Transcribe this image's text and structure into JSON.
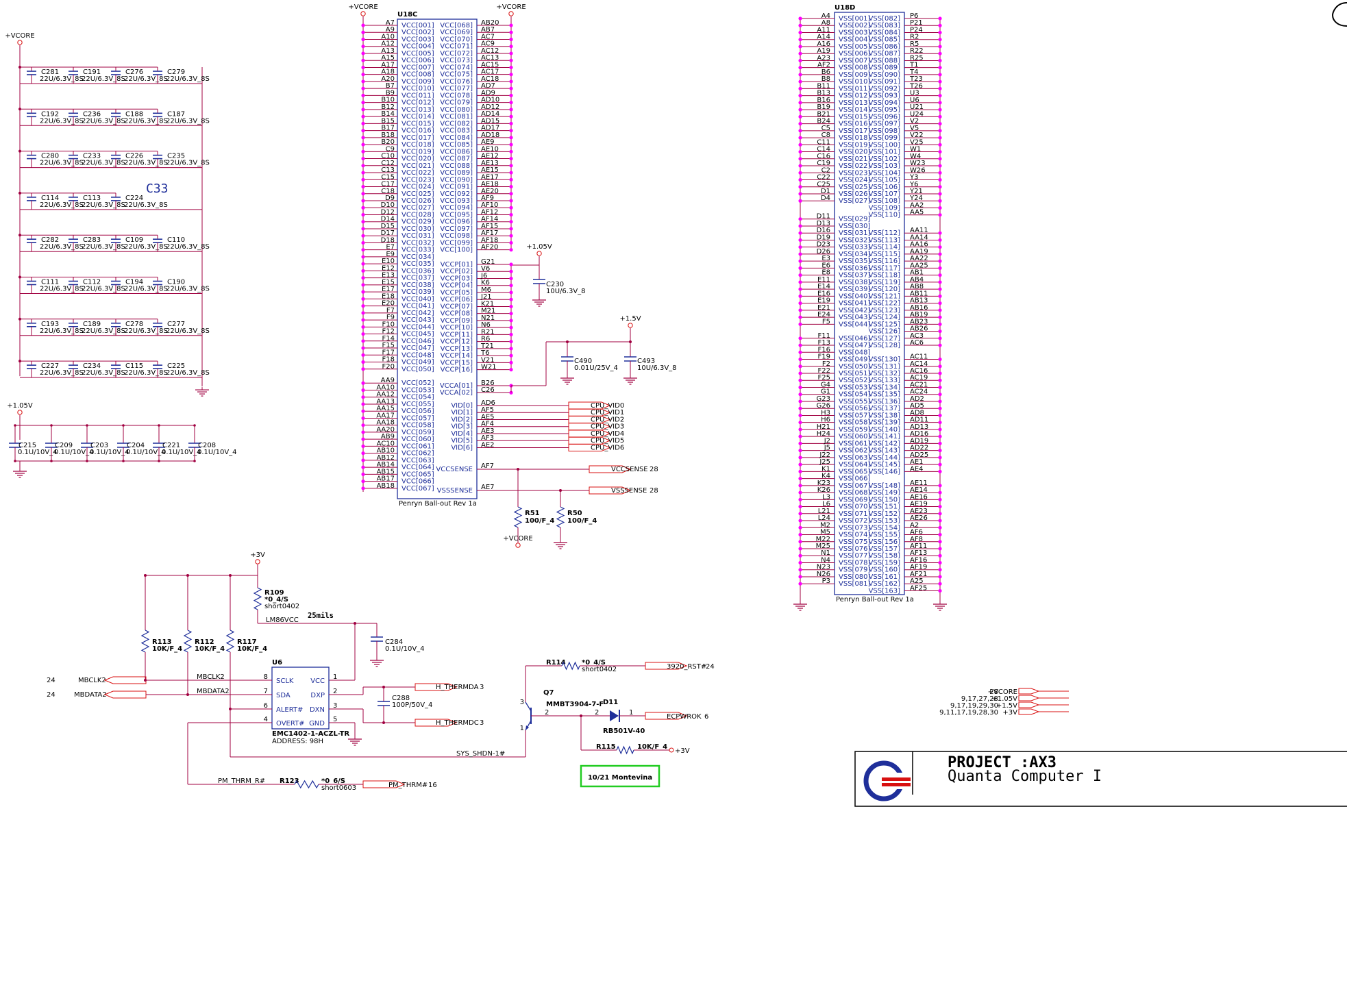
{
  "colors": {
    "wire": "#a00040",
    "pin_dot": "#ff00ff",
    "part": "#1f2f9a",
    "net_red": "#d81010",
    "box_green": "#22cc22"
  },
  "power": {
    "vcore": "+VCORE",
    "v105": "+1.05V",
    "v15": "+1.5V",
    "v3": "+3V"
  },
  "decoupling": {
    "rows": [
      [
        {
          "ref": "C281",
          "val": "22U/6.3V_8S"
        },
        {
          "ref": "C191",
          "val": "22U/6.3V_8S"
        },
        {
          "ref": "C276",
          "val": "22U/6.3V_8S"
        },
        {
          "ref": "C279",
          "val": "22U/6.3V_8S"
        }
      ],
      [
        {
          "ref": "C192",
          "val": "22U/6.3V_8S"
        },
        {
          "ref": "C236",
          "val": "22U/6.3V_8S"
        },
        {
          "ref": "C188",
          "val": "22U/6.3V_8S"
        },
        {
          "ref": "C187",
          "val": "22U/6.3V_8S"
        }
      ],
      [
        {
          "ref": "C280",
          "val": "22U/6.3V_8S"
        },
        {
          "ref": "C233",
          "val": "22U/6.3V_8S"
        },
        {
          "ref": "C226",
          "val": "22U/6.3V_8S"
        },
        {
          "ref": "C235",
          "val": "22U/6.3V_8S"
        }
      ],
      [
        {
          "ref": "C114",
          "val": "22U/6.3V_8S"
        },
        {
          "ref": "C113",
          "val": "22U/6.3V_8S"
        },
        {
          "ref": "C224",
          "val": "22U/6.3V_8S"
        }
      ],
      [
        {
          "ref": "C282",
          "val": "22U/6.3V_8S"
        },
        {
          "ref": "C283",
          "val": "22U/6.3V_8S"
        },
        {
          "ref": "C109",
          "val": "22U/6.3V_8S"
        },
        {
          "ref": "C110",
          "val": "22U/6.3V_8S"
        }
      ],
      [
        {
          "ref": "C111",
          "val": "22U/6.3V_8S"
        },
        {
          "ref": "C112",
          "val": "22U/6.3V_8S"
        },
        {
          "ref": "C194",
          "val": "22U/6.3V_8S"
        },
        {
          "ref": "C190",
          "val": "22U/6.3V_8S"
        }
      ],
      [
        {
          "ref": "C193",
          "val": "22U/6.3V_8S"
        },
        {
          "ref": "C189",
          "val": "22U/6.3V_8S"
        },
        {
          "ref": "C278",
          "val": "22U/6.3V_8S"
        },
        {
          "ref": "C277",
          "val": "22U/6.3V_8S"
        }
      ],
      [
        {
          "ref": "C227",
          "val": "22U/6.3V_8S"
        },
        {
          "ref": "C234",
          "val": "22U/6.3V_8S"
        },
        {
          "ref": "C115",
          "val": "22U/6.3V_8S"
        },
        {
          "ref": "C225",
          "val": "22U/6.3V_8S"
        }
      ]
    ],
    "note": "C33",
    "small": [
      {
        "ref": "C215",
        "val": "0.1U/10V_4"
      },
      {
        "ref": "C209",
        "val": "0.1U/10V_4"
      },
      {
        "ref": "C203",
        "val": "0.1U/10V_4"
      },
      {
        "ref": "C204",
        "val": "0.1U/10V_4"
      },
      {
        "ref": "C221",
        "val": "0.1U/10V_4"
      },
      {
        "ref": "C208",
        "val": "0.1U/10V_4"
      }
    ]
  },
  "u18c": {
    "ref": "U18C",
    "footer": "Penryn Ball-out Rev 1a",
    "left_pins": [
      "A7",
      "A9",
      "A10",
      "A12",
      "A13",
      "A15",
      "A17",
      "A18",
      "A20",
      "B7",
      "B9",
      "B10",
      "B12",
      "B14",
      "B15",
      "B17",
      "B18",
      "B20",
      "C9",
      "C10",
      "C12",
      "C13",
      "C15",
      "C17",
      "C18",
      "D9",
      "D10",
      "D12",
      "D14",
      "D15",
      "D17",
      "D18",
      "E7",
      "E9",
      "E10",
      "E12",
      "E13",
      "E15",
      "E17",
      "E18",
      "E20",
      "F7",
      "F9",
      "F10",
      "F12",
      "F14",
      "F15",
      "F17",
      "F18",
      "F20",
      "",
      "AA9",
      "AA10",
      "AA12",
      "AA13",
      "AA15",
      "AA17",
      "AA18",
      "AA20",
      "AB9",
      "AC10",
      "AB10",
      "AB12",
      "AB14",
      "AB15",
      "AB17",
      "AB18"
    ],
    "left_names": [
      "VCC[001]",
      "VCC[002]",
      "VCC[003]",
      "VCC[004]",
      "VCC[005]",
      "VCC[006]",
      "VCC[007]",
      "VCC[008]",
      "VCC[009]",
      "VCC[010]",
      "VCC[011]",
      "VCC[012]",
      "VCC[013]",
      "VCC[014]",
      "VCC[015]",
      "VCC[016]",
      "VCC[017]",
      "VCC[018]",
      "VCC[019]",
      "VCC[020]",
      "VCC[021]",
      "VCC[022]",
      "VCC[023]",
      "VCC[024]",
      "VCC[025]",
      "VCC[026]",
      "VCC[027]",
      "VCC[028]",
      "VCC[029]",
      "VCC[030]",
      "VCC[031]",
      "VCC[032]",
      "VCC[033]",
      "VCC[034]",
      "VCC[035]",
      "VCC[036]",
      "VCC[037]",
      "VCC[038]",
      "VCC[039]",
      "VCC[040]",
      "VCC[041]",
      "VCC[042]",
      "VCC[043]",
      "VCC[044]",
      "VCC[045]",
      "VCC[046]",
      "VCC[047]",
      "VCC[048]",
      "VCC[049]",
      "VCC[050]",
      "",
      "VCC[052]",
      "VCC[053]",
      "VCC[054]",
      "VCC[055]",
      "VCC[056]",
      "VCC[057]",
      "VCC[058]",
      "VCC[059]",
      "VCC[060]",
      "VCC[061]",
      "VCC[062]",
      "VCC[063]",
      "VCC[064]",
      "VCC[065]",
      "VCC[066]",
      "VCC[067]"
    ],
    "right_pins": [
      "AB20",
      "AB7",
      "AC7",
      "AC9",
      "AC12",
      "AC13",
      "AC15",
      "AC17",
      "AC18",
      "AD7",
      "AD9",
      "AD10",
      "AD12",
      "AD14",
      "AD15",
      "AD17",
      "AD18",
      "AE9",
      "AE10",
      "AE12",
      "AE13",
      "AE15",
      "AE17",
      "AE18",
      "AE20",
      "AF9",
      "AF10",
      "AF12",
      "AF14",
      "AF15",
      "AF17",
      "AF18",
      "AF20"
    ],
    "right_names": [
      "VCC[068]",
      "VCC[069]",
      "VCC[070]",
      "VCC[071]",
      "VCC[072]",
      "VCC[073]",
      "VCC[074]",
      "VCC[075]",
      "VCC[076]",
      "VCC[077]",
      "VCC[078]",
      "VCC[079]",
      "VCC[080]",
      "VCC[081]",
      "VCC[082]",
      "VCC[083]",
      "VCC[084]",
      "VCC[085]",
      "VCC[086]",
      "VCC[087]",
      "VCC[088]",
      "VCC[089]",
      "VCC[090]",
      "VCC[091]",
      "VCC[092]",
      "VCC[093]",
      "VCC[094]",
      "VCC[095]",
      "VCC[096]",
      "VCC[097]",
      "VCC[098]",
      "VCC[099]",
      "VCC[100]"
    ],
    "vccp_pins": [
      "G21",
      "V6",
      "J6",
      "K6",
      "M6",
      "J21",
      "K21",
      "M21",
      "N21",
      "N6",
      "R21",
      "R6",
      "T21",
      "T6",
      "V21",
      "W21"
    ],
    "vccp_names": [
      "VCCP[01]",
      "VCCP[02]",
      "VCCP[03]",
      "VCCP[04]",
      "VCCP[05]",
      "VCCP[06]",
      "VCCP[07]",
      "VCCP[08]",
      "VCCP[09]",
      "VCCP[10]",
      "VCCP[11]",
      "VCCP[12]",
      "VCCP[13]",
      "VCCP[14]",
      "VCCP[15]",
      "VCCP[16]"
    ],
    "vcca_pins": [
      "B26",
      "C26"
    ],
    "vcca_names": [
      "VCCA[01]",
      "VCCA[02]"
    ],
    "vid_pins": [
      "AD6",
      "AF5",
      "AE5",
      "AF4",
      "AE3",
      "AF3",
      "AE2"
    ],
    "vid_names": [
      "VID[0]",
      "VID[1]",
      "VID[2]",
      "VID[3]",
      "VID[4]",
      "VID[5]",
      "VID[6]"
    ],
    "vid_nets": [
      "CPU_VID0",
      "CPU_VID1",
      "CPU_VID2",
      "CPU_VID3",
      "CPU_VID4",
      "CPU_VID5",
      "CPU_VID6"
    ],
    "sense": [
      {
        "pin": "AF7",
        "name": "VCCSENSE",
        "net": "VCCSENSE",
        "page": "28"
      },
      {
        "pin": "AE7",
        "name": "VSSSENSE",
        "net": "VSSSENSE",
        "page": "28"
      }
    ]
  },
  "vccp_caps": [
    {
      "ref": "C230",
      "val": "10U/6.3V_8"
    },
    {
      "ref": "C490",
      "val": "0.01U/25V_4"
    },
    {
      "ref": "C493",
      "val": "10U/6.3V_8"
    }
  ],
  "sense_res": [
    {
      "ref": "R51",
      "val": "100/F_4"
    },
    {
      "ref": "R50",
      "val": "100/F_4"
    }
  ],
  "u18d": {
    "ref": "U18D",
    "footer": "Penryn Ball-out Rev 1a",
    "left_pins": [
      "A4",
      "A8",
      "A11",
      "A14",
      "A16",
      "A19",
      "A23",
      "AF2",
      "B6",
      "B8",
      "B11",
      "B13",
      "B16",
      "B19",
      "B21",
      "B24",
      "C5",
      "C8",
      "C11",
      "C14",
      "C16",
      "C19",
      "C2",
      "C22",
      "C25",
      "D1",
      "D4",
      "",
      "D11",
      "D13",
      "D16",
      "D19",
      "D23",
      "D26",
      "E3",
      "E6",
      "E8",
      "E11",
      "E14",
      "E16",
      "E19",
      "E21",
      "E24",
      "F5",
      "",
      "F11",
      "F13",
      "F16",
      "F19",
      "F2",
      "F22",
      "F25",
      "G4",
      "G1",
      "G23",
      "G26",
      "H3",
      "H6",
      "H21",
      "H24",
      "J2",
      "J5",
      "J22",
      "J25",
      "K1",
      "K4",
      "K23",
      "K26",
      "L3",
      "L6",
      "L21",
      "L24",
      "M2",
      "M5",
      "M22",
      "M25",
      "N1",
      "N4",
      "N23",
      "N26",
      "P3"
    ],
    "left_names": [
      "VSS[001]",
      "VSS[002]",
      "VSS[003]",
      "VSS[004]",
      "VSS[005]",
      "VSS[006]",
      "VSS[007]",
      "VSS[008]",
      "VSS[009]",
      "VSS[010]",
      "VSS[011]",
      "VSS[012]",
      "VSS[013]",
      "VSS[014]",
      "VSS[015]",
      "VSS[016]",
      "VSS[017]",
      "VSS[018]",
      "VSS[019]",
      "VSS[020]",
      "VSS[021]",
      "VSS[022]",
      "VSS[023]",
      "VSS[024]",
      "VSS[025]",
      "VSS[026]",
      "VSS[027]",
      "",
      "VSS[029]",
      "VSS[030]",
      "VSS[031]",
      "VSS[032]",
      "VSS[033]",
      "VSS[034]",
      "VSS[035]",
      "VSS[036]",
      "VSS[037]",
      "VSS[038]",
      "VSS[039]",
      "VSS[040]",
      "VSS[041]",
      "VSS[042]",
      "VSS[043]",
      "VSS[044]",
      "",
      "VSS[046]",
      "VSS[047]",
      "VSS[048]",
      "VSS[049]",
      "VSS[050]",
      "VSS[051]",
      "VSS[052]",
      "VSS[053]",
      "VSS[054]",
      "VSS[055]",
      "VSS[056]",
      "VSS[057]",
      "VSS[058]",
      "VSS[059]",
      "VSS[060]",
      "VSS[061]",
      "VSS[062]",
      "VSS[063]",
      "VSS[064]",
      "VSS[065]",
      "VSS[066]",
      "VSS[067]",
      "VSS[068]",
      "VSS[069]",
      "VSS[070]",
      "VSS[071]",
      "VSS[072]",
      "VSS[073]",
      "VSS[074]",
      "VSS[075]",
      "VSS[076]",
      "VSS[077]",
      "VSS[078]",
      "VSS[079]",
      "VSS[080]",
      "VSS[081]"
    ],
    "right_pins": [
      "P6",
      "P21",
      "P24",
      "R2",
      "R5",
      "R22",
      "R25",
      "T1",
      "T4",
      "T23",
      "T26",
      "U3",
      "U6",
      "U21",
      "U24",
      "V2",
      "V5",
      "V22",
      "V25",
      "W1",
      "W4",
      "W23",
      "W26",
      "Y3",
      "Y6",
      "Y21",
      "Y24",
      "AA2",
      "AA5",
      "",
      "AA11",
      "AA14",
      "AA16",
      "AA19",
      "AA22",
      "AA25",
      "AB1",
      "AB4",
      "AB8",
      "AB11",
      "AB13",
      "AB16",
      "AB19",
      "AB23",
      "AB26",
      "AC3",
      "AC6",
      "",
      "AC11",
      "AC14",
      "AC16",
      "AC19",
      "AC21",
      "AC24",
      "AD2",
      "AD5",
      "AD8",
      "AD11",
      "AD13",
      "AD16",
      "AD19",
      "AD22",
      "AD25",
      "AE1",
      "AE4",
      "",
      "AE11",
      "AE14",
      "AE16",
      "AE19",
      "AE23",
      "AE26",
      "A2",
      "AF6",
      "AF8",
      "AF11",
      "AF13",
      "AF16",
      "AF19",
      "AF21",
      "A25",
      "AF25"
    ],
    "right_names": [
      "VSS[082]",
      "VSS[083]",
      "VSS[084]",
      "VSS[085]",
      "VSS[086]",
      "VSS[087]",
      "VSS[088]",
      "VSS[089]",
      "VSS[090]",
      "VSS[091]",
      "VSS[092]",
      "VSS[093]",
      "VSS[094]",
      "VSS[095]",
      "VSS[096]",
      "VSS[097]",
      "VSS[098]",
      "VSS[099]",
      "VSS[100]",
      "VSS[101]",
      "VSS[102]",
      "VSS[103]",
      "VSS[104]",
      "VSS[105]",
      "VSS[106]",
      "VSS[107]",
      "VSS[108]",
      "VSS[109]",
      "VSS[110]",
      "",
      "VSS[112]",
      "VSS[113]",
      "VSS[114]",
      "VSS[115]",
      "VSS[116]",
      "VSS[117]",
      "VSS[118]",
      "VSS[119]",
      "VSS[120]",
      "VSS[121]",
      "VSS[122]",
      "VSS[123]",
      "VSS[124]",
      "VSS[125]",
      "VSS[126]",
      "VSS[127]",
      "VSS[128]",
      "",
      "VSS[130]",
      "VSS[131]",
      "VSS[132]",
      "VSS[133]",
      "VSS[134]",
      "VSS[135]",
      "VSS[136]",
      "VSS[137]",
      "VSS[138]",
      "VSS[139]",
      "VSS[140]",
      "VSS[141]",
      "VSS[142]",
      "VSS[143]",
      "VSS[144]",
      "VSS[145]",
      "VSS[146]",
      "",
      "VSS[148]",
      "VSS[149]",
      "VSS[150]",
      "VSS[151]",
      "VSS[152]",
      "VSS[153]",
      "VSS[154]",
      "VSS[155]",
      "VSS[156]",
      "VSS[157]",
      "VSS[158]",
      "VSS[159]",
      "VSS[160]",
      "VSS[161]",
      "VSS[162]",
      "VSS[163]"
    ]
  },
  "thermal": {
    "u6": {
      "ref": "U6",
      "part": "EMC1402-1-ACZL-TR",
      "address": "ADDRESS: 98H",
      "left": [
        {
          "n": "8",
          "name": "SCLK"
        },
        {
          "n": "7",
          "name": "SDA"
        },
        {
          "n": "6",
          "name": "ALERT#"
        },
        {
          "n": "4",
          "name": "OVERT#"
        }
      ],
      "right": [
        {
          "n": "1",
          "name": "VCC"
        },
        {
          "n": "2",
          "name": "DXP"
        },
        {
          "n": "3",
          "name": "DXN"
        },
        {
          "n": "5",
          "name": "GND"
        }
      ]
    },
    "r109": {
      "ref": "R109",
      "val": "*0_4/S",
      "note": "short0402"
    },
    "trace_width": "25mils",
    "net_lm86": "LM86VCC",
    "r113": {
      "ref": "R113",
      "val": "10K/F_4"
    },
    "r112": {
      "ref": "R112",
      "val": "10K/F_4"
    },
    "r117": {
      "ref": "R117",
      "val": "10K/F_4"
    },
    "c284": {
      "ref": "C284",
      "val": "0.1U/10V_4"
    },
    "c288": {
      "ref": "C288",
      "val": "100P/50V_4"
    },
    "mbclk": {
      "page": "24",
      "port": "MBCLK2",
      "net": "MBCLK2"
    },
    "mbdata": {
      "page": "24",
      "port": "MBDATA2",
      "net": "MBDATA2"
    },
    "thermda": {
      "net": "H_THERMDA",
      "page": "3"
    },
    "thermdc": {
      "net": "H_THERMDC",
      "page": "3"
    },
    "sys_shdn": "SYS_SHDN-1#",
    "pm_thrm_r": "PM_THRM_R#",
    "r123": {
      "ref": "R123",
      "val": "*0_6/S",
      "note": "short0603"
    },
    "pm_thrm": {
      "net": "PM_THRM#",
      "page": "16"
    },
    "r114": {
      "ref": "R114",
      "val": "*0_4/S",
      "note": "short0402"
    },
    "rst": {
      "net": "3920_RST#",
      "page": "24"
    },
    "q7": {
      "ref": "Q7",
      "part": "MMBT3904-7-F",
      "pin3": "3",
      "pin2": "2",
      "pin1": "1"
    },
    "d11": {
      "ref": "D11",
      "part": "RB501V-40",
      "pin2": "2",
      "pin1": "1"
    },
    "ecpwrok": {
      "net": "ECPWROK",
      "page": "6"
    },
    "r115": {
      "ref": "R115",
      "val": "10K/F_4"
    },
    "note_box": "10/21 Montevina"
  },
  "power_ref": [
    {
      "pages": "28",
      "net": "+VCORE"
    },
    {
      "pages": "9,17,27,28",
      "net": "+1.05V"
    },
    {
      "pages": "9,17,19,29,30",
      "net": "+1.5V"
    },
    {
      "pages": "9,11,17,19,28,30",
      "net": "+3V"
    }
  ],
  "title_block": {
    "project": "PROJECT :AX3",
    "company": "Quanta Computer I"
  }
}
